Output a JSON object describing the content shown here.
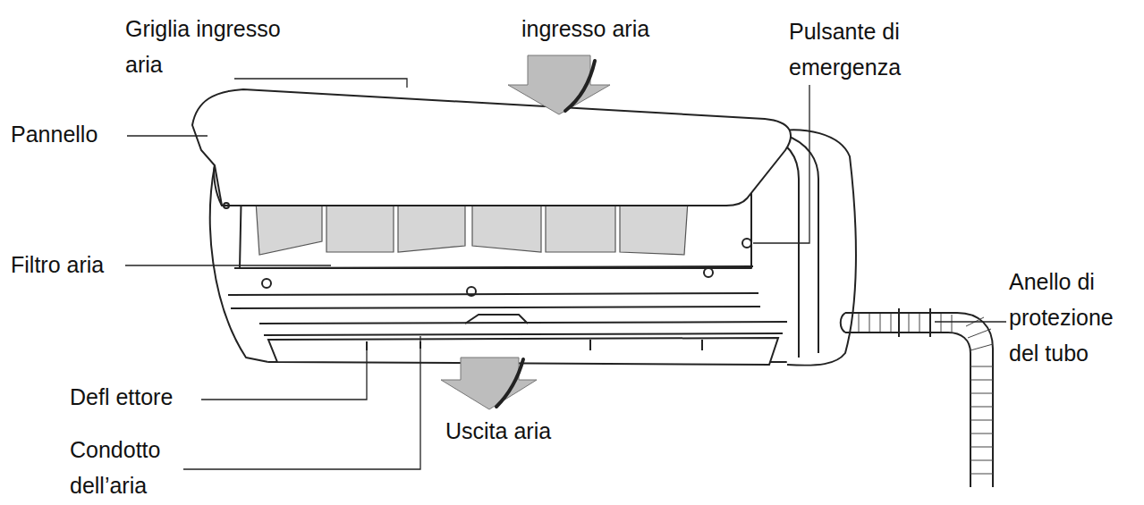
{
  "diagram": {
    "labels": [
      "Griglia ingresso aria",
      "ingresso aria",
      "Pulsante di emergenza",
      "Pannello",
      "Filtro aria",
      "Anello di protezione del tubo",
      "Defl ettore",
      "Uscita aria",
      "Condotto dell’aria"
    ]
  }
}
